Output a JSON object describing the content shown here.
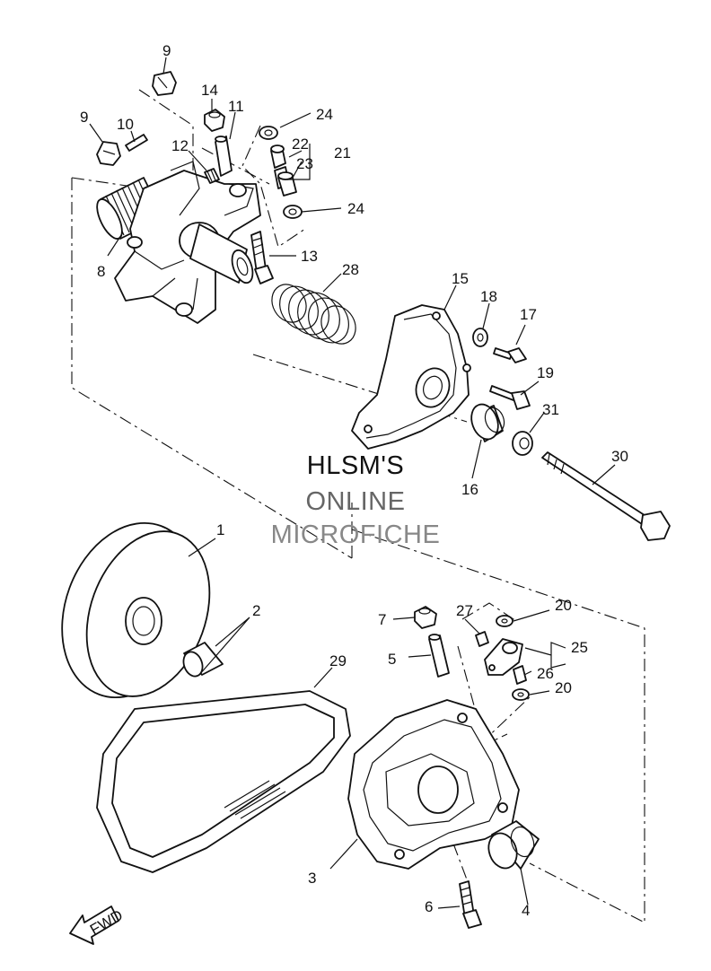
{
  "watermark": {
    "line1": "HLSM'S",
    "line2": "ONLINE",
    "line3": "MICROFICHE",
    "colors": [
      "#111111",
      "#666666",
      "#888888"
    ]
  },
  "callouts": {
    "c1": "1",
    "c2": "2",
    "c3": "3",
    "c4": "4",
    "c5": "5",
    "c6": "6",
    "c7": "7",
    "c8": "8",
    "c9a": "9",
    "c9b": "9",
    "c10": "10",
    "c11": "11",
    "c12": "12",
    "c13": "13",
    "c14": "14",
    "c15": "15",
    "c16": "16",
    "c17": "17",
    "c18": "18",
    "c19": "19",
    "c20a": "20",
    "c20b": "20",
    "c21": "21",
    "c22": "22",
    "c23": "23",
    "c24a": "24",
    "c24b": "24",
    "c25": "25",
    "c26": "26",
    "c27": "27",
    "c28": "28",
    "c29": "29",
    "c30": "30",
    "c31": "31"
  },
  "fwd_arrow": {
    "label": "FWD"
  }
}
